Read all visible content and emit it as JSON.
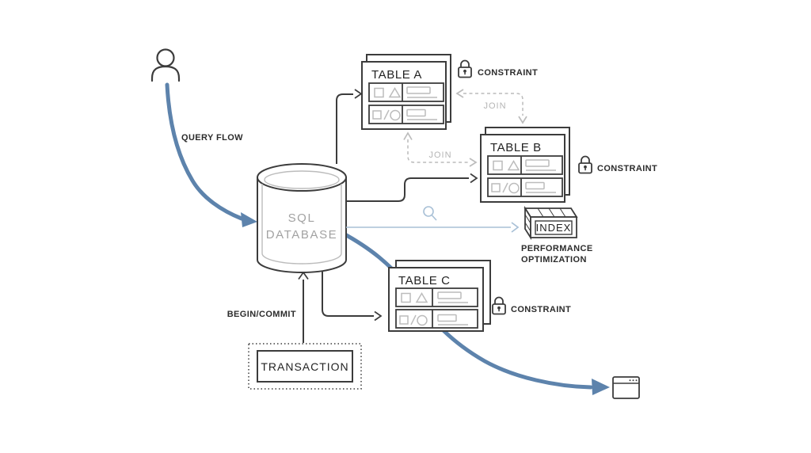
{
  "database": {
    "line1": "SQL",
    "line2": "DATABASE"
  },
  "tables": [
    {
      "title": "TABLE A",
      "constraint_label": "CONSTRAINT"
    },
    {
      "title": "TABLE B",
      "constraint_label": "CONSTRAINT"
    },
    {
      "title": "TABLE C",
      "constraint_label": "CONSTRAINT"
    }
  ],
  "index": {
    "label": "INDEX",
    "caption_line1": "PERFORMANCE",
    "caption_line2": "OPTIMIZATION"
  },
  "transaction": {
    "label": "TRANSACTION"
  },
  "edges": {
    "query_flow_label": "QUERY FLOW",
    "begin_commit_label": "BEGIN/COMMIT",
    "join_upper_label": "JOIN",
    "join_lower_label": "JOIN"
  },
  "colors": {
    "accent_blue": "#5d83ac",
    "light_blue": "#a8c0d6",
    "stroke_dark": "#3c3c3c",
    "muted_gray": "#bcbcbc",
    "muted_text": "#b5b5b5",
    "text_dark": "#2c2c2c",
    "db_text_gray": "#a2a2a2"
  }
}
